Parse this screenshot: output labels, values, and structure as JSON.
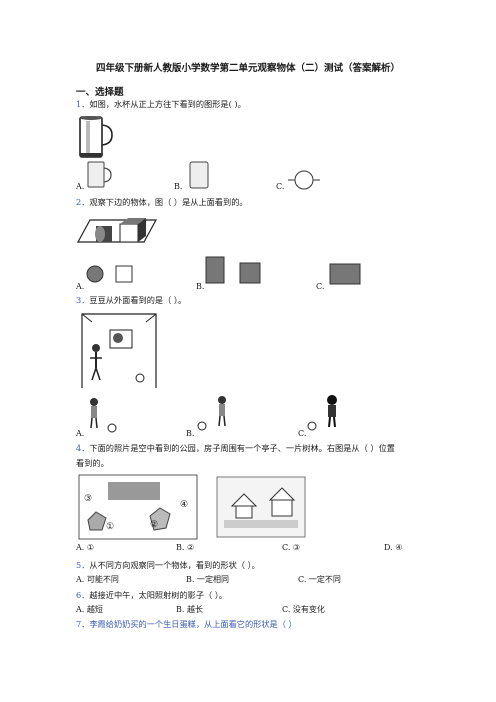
{
  "title": "四年级下册新人教版小学数学第二单元观察物体（二）测试（答案解析）",
  "section": "一、选择题",
  "q1": {
    "num": "1．",
    "text": "如图，水杯从正上方往下看到的图形是(    )。",
    "opts": [
      "A.",
      "B.",
      "C."
    ]
  },
  "q2": {
    "num": "2．",
    "text": "观察下边的物体，图（    ）是从上面看到的。",
    "opts": [
      "A.",
      "B.",
      "C."
    ]
  },
  "q3": {
    "num": "3．",
    "text": "豆豆从外面看到的是（    ）。",
    "opts": [
      "A.",
      "B.",
      "C."
    ]
  },
  "q4": {
    "num": "4．",
    "text": "下面的照片是空中看到的公园，房子周围有一个亭子、一片树林。右图是从（    ）位置",
    "text2": "看到的。",
    "opts": [
      "A. ①",
      "B. ②",
      "C. ③",
      "D. ④"
    ],
    "labels": [
      "③",
      "④",
      "①",
      "②"
    ]
  },
  "q5": {
    "num": "5．",
    "text": "从不同方向观察同一个物体，看到的形状（    ）。",
    "opts": [
      "A. 可能不同",
      "B. 一定相同",
      "C. 一定不同"
    ]
  },
  "q6": {
    "num": "6．",
    "text": "越接近中午，太阳照射树的影子（    ）。",
    "opts": [
      "A. 越短",
      "B. 越长",
      "C. 没有变化"
    ]
  },
  "q7": {
    "num": "7．",
    "text": "李霞给奶奶买的一个生日蛋糕，从上面看它的形状是（    ）"
  }
}
